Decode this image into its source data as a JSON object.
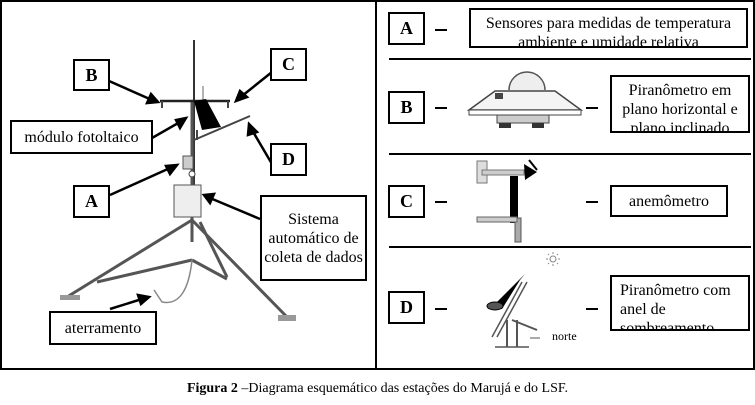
{
  "station_diagram": {
    "labels": {
      "b": "B",
      "c": "C",
      "modulo": "módulo fotoltaico",
      "d": "D",
      "a": "A",
      "sistema": "Sistema automático de coleta de dados",
      "aterramento": "aterramento"
    }
  },
  "legend": {
    "rows": [
      {
        "letter": "A",
        "description": "Sensores para medidas de temperatura ambiente e umidade relativa"
      },
      {
        "letter": "B",
        "description": "Piranômetro em plano horizontal e plano inclinado"
      },
      {
        "letter": "C",
        "description": "anemômetro"
      },
      {
        "letter": "D",
        "description": "Piranômetro com anel de sombreamento"
      }
    ],
    "norte_label": "norte"
  },
  "caption": {
    "bold": "Figura 2",
    "text": " –Diagrama esquemático das estações do Marujá e do LSF."
  }
}
